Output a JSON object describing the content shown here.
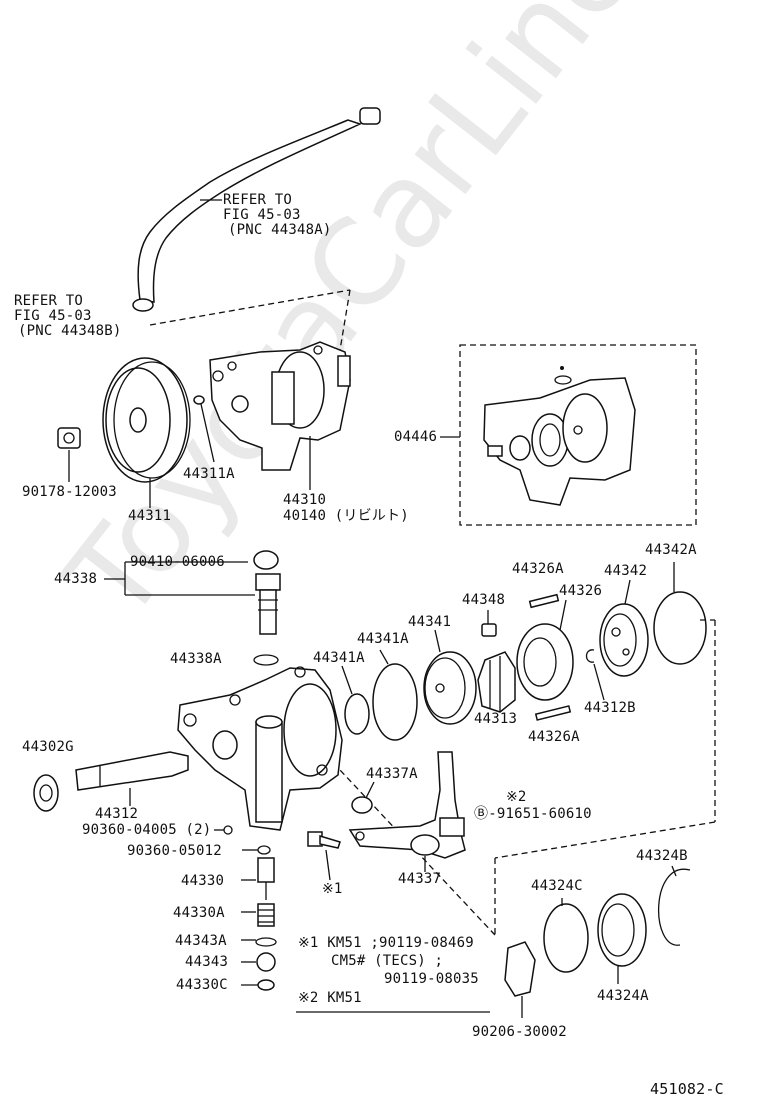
{
  "watermark": "ToyotaCarLine.ru",
  "figure_code": "451082-C",
  "notes": {
    "note1_line1": "※1 KM51 ;90119-08469",
    "note1_line2": "CM5# (TECS) ;",
    "note1_line3": "90119-08035",
    "note2": "※2 KM51"
  },
  "refer_top": {
    "line1": "REFER TO",
    "line2": "FIG 45-03",
    "line3": "(PNC 44348A)"
  },
  "refer_left": {
    "line1": "REFER TO",
    "line2": "FIG 45-03",
    "line3": "(PNC 44348B)"
  },
  "labels": {
    "p44311A": "44311A",
    "p44310": "44310",
    "p40140": "40140 (リビルト)",
    "p04446": "04446",
    "p90178": "90178-12003",
    "p44311": "44311",
    "p44338": "44338",
    "p90410": "90410-06006",
    "p44338A": "44338A",
    "p44341A_1": "44341A",
    "p44341A_2": "44341A",
    "p44341": "44341",
    "p44348": "44348",
    "p44326A_top": "44326A",
    "p44326": "44326",
    "p44342": "44342",
    "p44342A": "44342A",
    "p44313": "44313",
    "p44312B": "44312B",
    "p44326A_bot": "44326A",
    "p44302G": "44302G",
    "p44312": "44312",
    "p44337A": "44337A",
    "p90360_04005": "90360-04005 (2)",
    "mark2": "※2",
    "p91651": "Ⓑ-91651-60610",
    "p90360_05012": "90360-05012",
    "p44330": "44330",
    "mark1": "※1",
    "p44337": "44337",
    "p44330A": "44330A",
    "p44343A": "44343A",
    "p44343": "44343",
    "p44330C": "44330C",
    "p44324B": "44324B",
    "p44324C": "44324C",
    "p44324A": "44324A",
    "p90206": "90206-30002"
  }
}
